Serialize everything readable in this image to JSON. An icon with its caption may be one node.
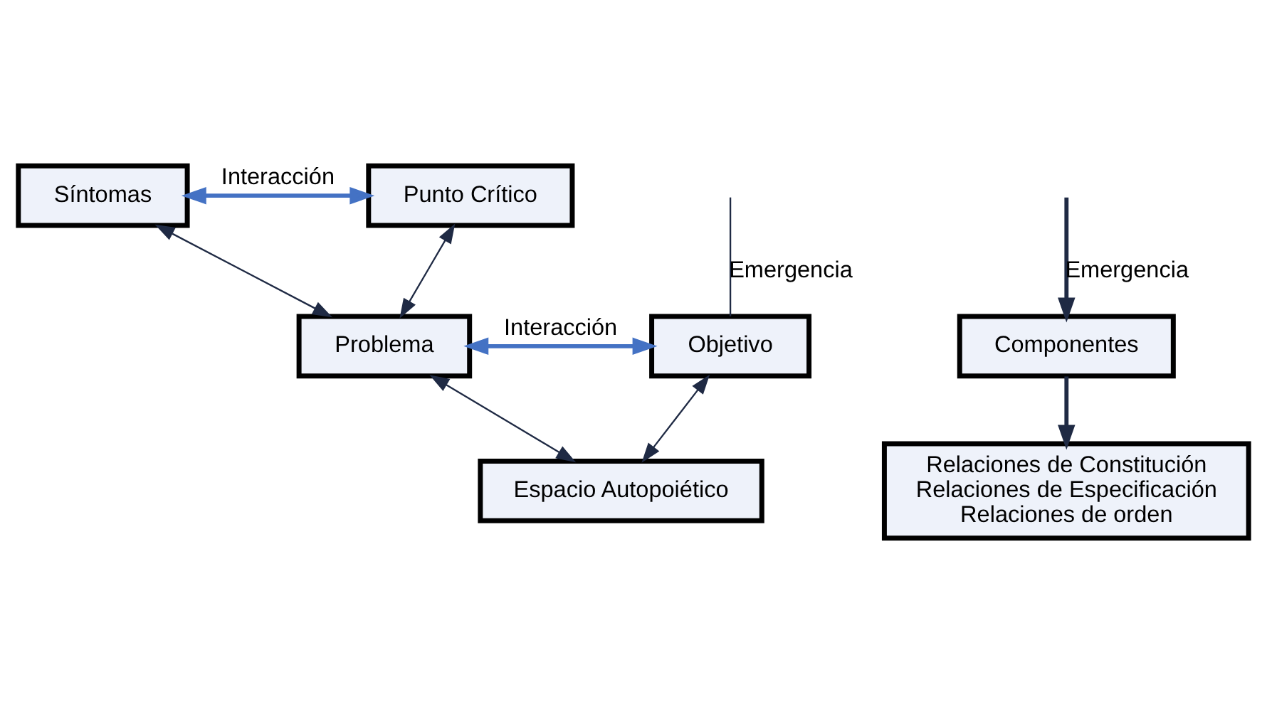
{
  "diagram": {
    "nodes": [
      {
        "text": [
          "Síntomas"
        ]
      },
      {
        "text": [
          "Punto Crítico"
        ]
      },
      {
        "text": [
          "Problema"
        ]
      },
      {
        "text": [
          "Objetivo"
        ]
      },
      {
        "text": [
          "Componentes"
        ]
      },
      {
        "text": [
          "Espacio Autopoiético"
        ]
      },
      {
        "text": [
          "Relaciones de Constitución",
          "Relaciones de Especificación",
          "Relaciones de orden"
        ]
      }
    ],
    "edges": [
      {
        "from": 0,
        "to": 1,
        "arrow": "both",
        "label": "Interacción",
        "style": "thick",
        "color": "#4472c4"
      },
      {
        "from": 0,
        "to": 2,
        "arrow": "both"
      },
      {
        "from": 1,
        "to": 2,
        "arrow": "both"
      },
      {
        "from": null,
        "to": 3,
        "arrow": "none",
        "label": "Emergencia"
      },
      {
        "from": 2,
        "to": 3,
        "arrow": "both",
        "label": "Interacción",
        "style": "thick",
        "color": "#4472c4"
      },
      {
        "from": 2,
        "to": 5,
        "arrow": "both"
      },
      {
        "from": 3,
        "to": 5,
        "arrow": "both"
      },
      {
        "from": null,
        "to": 4,
        "arrow": "to",
        "label": "Emergencia",
        "style": "thick"
      },
      {
        "from": 4,
        "to": 6,
        "arrow": "to",
        "style": "thick"
      }
    ]
  }
}
